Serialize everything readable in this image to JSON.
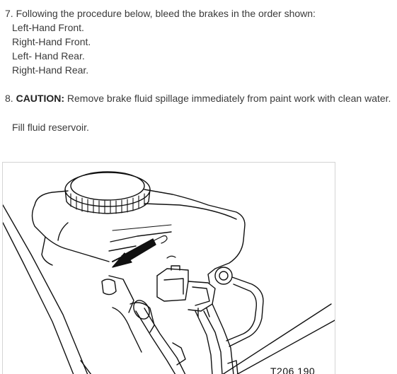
{
  "instructions": {
    "step7": {
      "text": "7. Following the procedure below, bleed the brakes in the order shown:",
      "order": [
        "Left-Hand Front.",
        "Right-Hand Front.",
        "Left- Hand Rear.",
        "Right-Hand Rear."
      ]
    },
    "step8": {
      "number": "8. ",
      "caution_label": "CAUTION:",
      "caution_text": " Remove brake fluid spillage immediately from paint work with clean water."
    },
    "fill_text": "Fill fluid reservoir."
  },
  "figure": {
    "label": "T206 190",
    "subject": "brake-fluid-reservoir-line-drawing"
  }
}
